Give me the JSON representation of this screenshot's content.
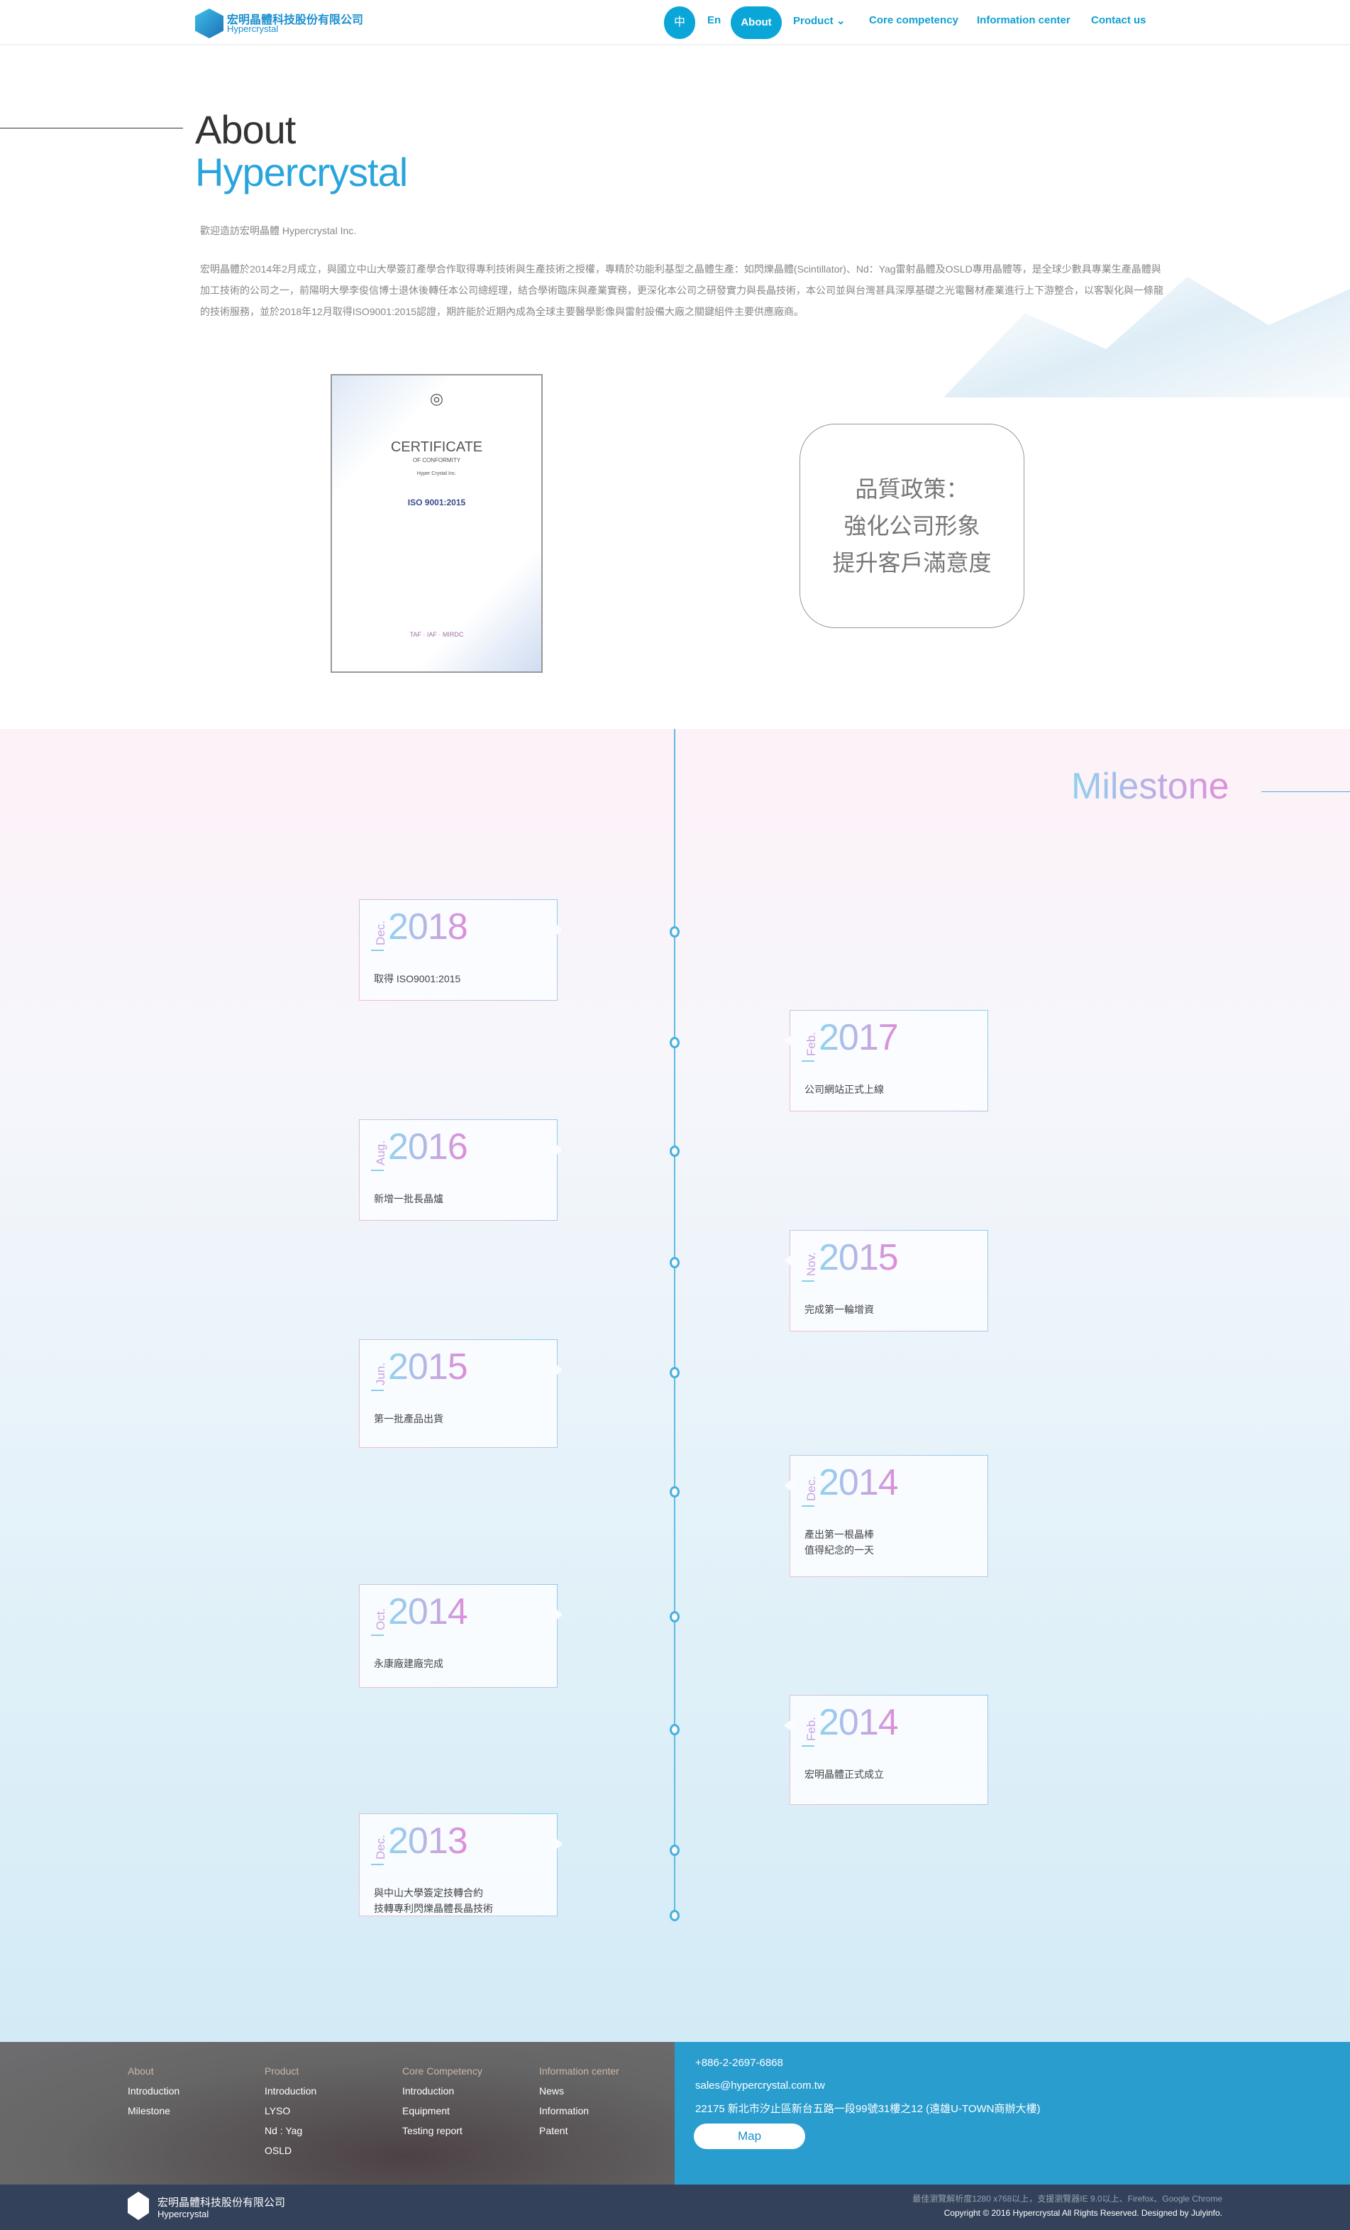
{
  "header": {
    "logo_cn": "宏明晶體科技股份有限公司",
    "logo_en": "Hypercrystal",
    "lang_zh": "中",
    "lang_en": "En",
    "nav": [
      "About",
      "Product",
      "Core competency",
      "Information center",
      "Contact us"
    ],
    "accent": "#0ba6d8"
  },
  "about": {
    "title": "About",
    "subtitle": "Hypercrystal",
    "intro_prefix": "歡迎造訪宏明晶體 ",
    "intro_brand": "Hypercrystal Inc.",
    "paragraph": "宏明晶體於2014年2月成立，與國立中山大學簽訂產學合作取得專利技術與生產技術之授權，專精於功能利基型之晶體生產：如閃爍晶體(Scintillator)、Nd：Yag雷射晶體及OSLD專用晶體等，是全球少數具專業生產晶體與加工技術的公司之一，前陽明大學李俊信博士退休後轉任本公司總經理，結合學術臨床與產業實務，更深化本公司之研發實力與長晶技術，本公司並與台灣甚具深厚基礎之光電醫材產業進行上下游整合，以客製化與一條龍的技術服務，並於2018年12月取得ISO9001:2015認證，期許能於近期內成為全球主要醫學影像與雷射設備大廠之關鍵組件主要供應廠商。",
    "certificate": {
      "title": "CERTIFICATE",
      "subtitle": "OF CONFORMITY",
      "company": "Hyper Crystal Inc.",
      "standard": "ISO 9001:2015",
      "logos": [
        "TAF",
        "IAF",
        "MIRDC"
      ]
    },
    "quality_policy": [
      "品質政策：",
      "強化公司形象",
      "提升客戶滿意度"
    ]
  },
  "milestone": {
    "title": "Milestone",
    "items": [
      {
        "month": "Dec.",
        "year": "2018",
        "text": [
          "取得 ISO9001:2015"
        ],
        "side": "left"
      },
      {
        "month": "Feb.",
        "year": "2017",
        "text": [
          "公司網站正式上線"
        ],
        "side": "right"
      },
      {
        "month": "Aug.",
        "year": "2016",
        "text": [
          "新增一批長晶爐"
        ],
        "side": "left"
      },
      {
        "month": "Nov.",
        "year": "2015",
        "text": [
          "完成第一輪增資"
        ],
        "side": "right"
      },
      {
        "month": "Jun.",
        "year": "2015",
        "text": [
          "第一批產品出貨"
        ],
        "side": "left"
      },
      {
        "month": "Dec.",
        "year": "2014",
        "text": [
          "產出第一根晶棒",
          "值得紀念的一天"
        ],
        "side": "right"
      },
      {
        "month": "Oct.",
        "year": "2014",
        "text": [
          "永康廠建廠完成"
        ],
        "side": "left"
      },
      {
        "month": "Feb.",
        "year": "2014",
        "text": [
          "宏明晶體正式成立"
        ],
        "side": "right"
      },
      {
        "month": "Dec.",
        "year": "2013",
        "text": [
          "與中山大學簽定技轉合約",
          "技轉專利閃爍晶體長晶技術"
        ],
        "side": "left"
      }
    ]
  },
  "footer": {
    "columns": [
      {
        "heading": "About",
        "links": [
          "Introduction",
          "Milestone"
        ]
      },
      {
        "heading": "Product",
        "links": [
          "Introduction",
          "LYSO",
          "Nd : Yag",
          "OSLD"
        ]
      },
      {
        "heading": "Core Competency",
        "links": [
          "Introduction",
          "Equipment",
          "Testing report"
        ]
      },
      {
        "heading": "Information center",
        "links": [
          "News",
          "Information",
          "Patent"
        ]
      }
    ],
    "phone": "+886-2-2697-6868",
    "email": "sales@hypercrystal.com.tw",
    "address": "22175 新北市汐止區新台五路一段99號31樓之12 (遠雄U-TOWN商辦大樓)",
    "map_button": "Map",
    "logo_cn": "宏明晶體科技股份有限公司",
    "logo_en": "Hypercrystal",
    "browser_note": "最佳瀏覽解析度1280 x768以上，支援瀏覽器IE 9.0以上、Firefox、Google Chrome",
    "copyright": "Copyright © 2016 Hypercrystal All Rights Reserved. Designed by Julyinfo."
  }
}
